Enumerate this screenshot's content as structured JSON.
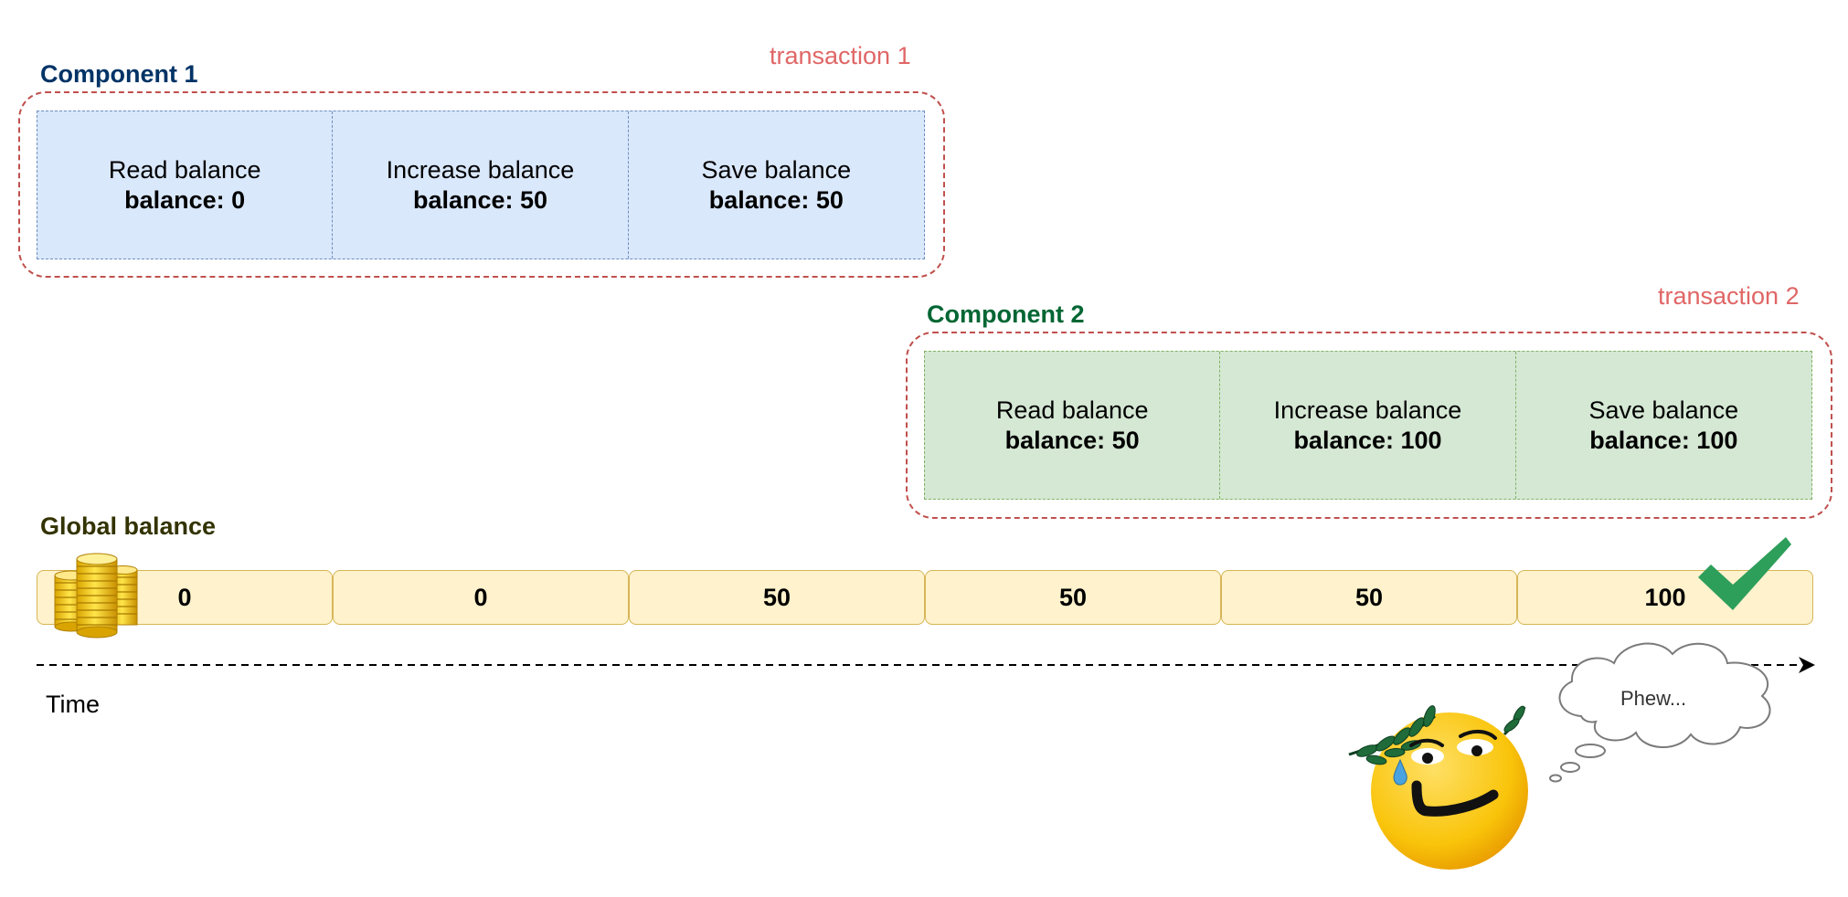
{
  "transaction1": {
    "label": "transaction 1",
    "component_label": "Component 1",
    "steps": [
      {
        "action": "Read balance",
        "value": "balance: 0"
      },
      {
        "action": "Increase balance",
        "value": "balance: 50"
      },
      {
        "action": "Save balance",
        "value": "balance: 50"
      }
    ]
  },
  "transaction2": {
    "label": "transaction 2",
    "component_label": "Component 2",
    "steps": [
      {
        "action": "Read balance",
        "value": "balance: 50"
      },
      {
        "action": "Increase balance",
        "value": "balance: 100"
      },
      {
        "action": "Save balance",
        "value": "balance: 100"
      }
    ]
  },
  "global_balance": {
    "label": "Global balance",
    "values": [
      "0",
      "0",
      "50",
      "50",
      "50",
      "100"
    ]
  },
  "timeline": {
    "label": "Time"
  },
  "thought": {
    "text": "Phew..."
  },
  "colors": {
    "component1": "#003366",
    "component2": "#006633",
    "global_balance": "#333300",
    "transaction": "#e06666",
    "checkmark": "#2e9e5b"
  },
  "icons": [
    "coin-stack-icon",
    "checkmark-icon",
    "relieved-face-icon",
    "thought-bubble-icon"
  ]
}
